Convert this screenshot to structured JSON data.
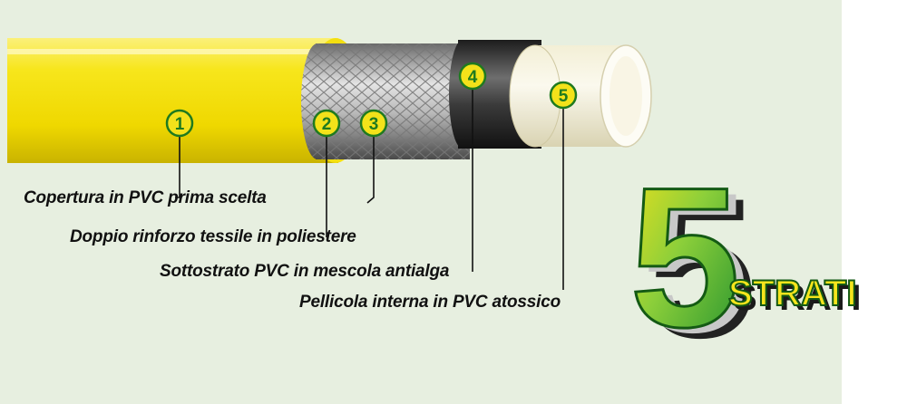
{
  "diagram": {
    "callouts": [
      {
        "number": "1",
        "label": "Copertura in PVC prima scelta"
      },
      {
        "number": "2",
        "label": "Doppio rinforzo tessile in poliestere"
      },
      {
        "number": "3",
        "label": "Sottostrato PVC in mescola antialga"
      },
      {
        "number": "4",
        "label": "Pellicola interna in PVC atossico"
      },
      {
        "number": "5",
        "label": ""
      }
    ],
    "logo": {
      "number": "5",
      "word": "STRATI"
    }
  },
  "colors": {
    "background": "#e7efe0",
    "yellow": "#f7e61c",
    "number_green": "#1f7a1f",
    "logo_green": "#2e9b2e"
  }
}
